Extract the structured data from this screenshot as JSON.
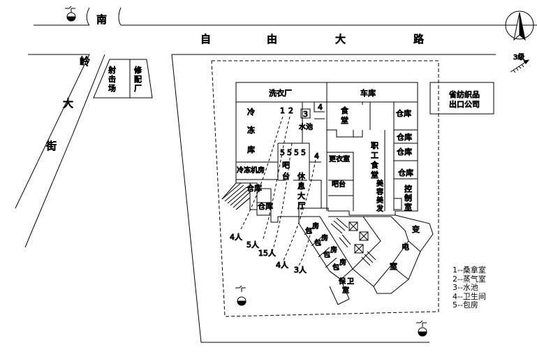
{
  "roads": {
    "south": "南",
    "ziyou": [
      "自",
      "由",
      "大",
      "路"
    ],
    "daling": [
      "岭",
      "大",
      "街"
    ]
  },
  "compass_label": "3级",
  "buildings": {
    "shooting_range": "射击场",
    "switchroom": "修配厂",
    "textile_company": [
      "省纺织品",
      "出口公司"
    ]
  },
  "rooms": {
    "laundry": "洗衣厂",
    "garage": "车库",
    "cold_storage": [
      "冷",
      "冻",
      "库"
    ],
    "freezer_room": "冷冻机房",
    "warehouse": "仓库",
    "canteen": [
      "食",
      "堂"
    ],
    "staff_canteen": [
      "职",
      "工",
      "食",
      "堂"
    ],
    "changing_room": "更衣室",
    "bar": "吧台",
    "bar_vertical": [
      "吧",
      "台"
    ],
    "lounge": [
      "休",
      "息",
      "大",
      "厅"
    ],
    "salon": [
      "美",
      "容",
      "美",
      "发"
    ],
    "control_room": [
      "控",
      "制",
      "室"
    ],
    "substation": [
      "变",
      "电",
      "室"
    ],
    "security": [
      "保",
      "卫",
      "室"
    ],
    "private_room_chars": [
      "包",
      "房"
    ],
    "pool": "水池"
  },
  "markers": {
    "sauna_1": "1",
    "steam_2": "2",
    "pool_3": "3",
    "toilet_4": "4",
    "rooms_5": [
      "5",
      "5",
      "5",
      "5"
    ]
  },
  "casualties": [
    "4人",
    "5人",
    "15人",
    "4人",
    "3人"
  ],
  "legend": [
    "1--桑拿室",
    "2--蒸气室",
    "3--水池",
    "4--卫生间",
    "5--包房"
  ]
}
